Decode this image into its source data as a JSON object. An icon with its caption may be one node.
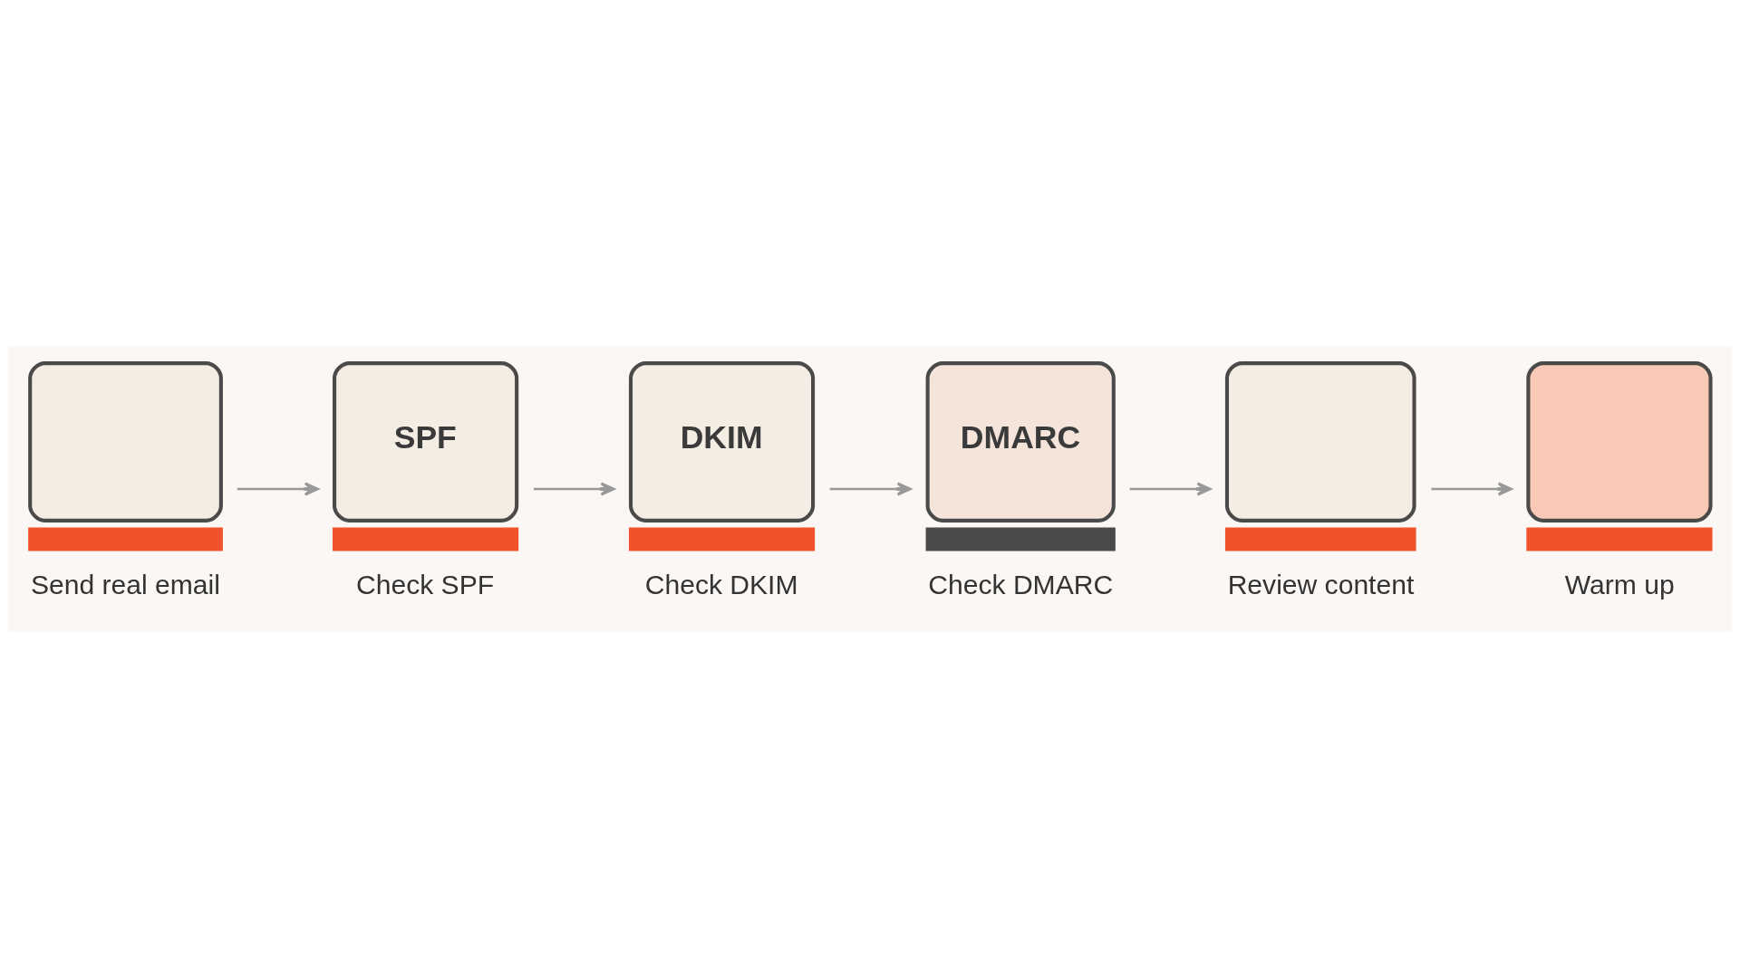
{
  "diagram": {
    "nodes": [
      {
        "text": [
          "Send real email"
        ]
      },
      {
        "text": [
          "SPF",
          "Check SPF"
        ]
      },
      {
        "text": [
          "DKIM",
          "Check DKIM"
        ]
      },
      {
        "text": [
          "DMARC",
          "Check DMARC"
        ]
      },
      {
        "text": [
          "Review content"
        ]
      },
      {
        "text": [
          "Warm up"
        ]
      }
    ],
    "edges": [
      {
        "from": 0,
        "to": 1,
        "arrow": "to"
      },
      {
        "from": 1,
        "to": 2,
        "arrow": "to"
      },
      {
        "from": 2,
        "to": 3,
        "arrow": "to"
      },
      {
        "from": 3,
        "to": 4,
        "arrow": "to"
      },
      {
        "from": 4,
        "to": 5,
        "arrow": "to"
      }
    ]
  }
}
